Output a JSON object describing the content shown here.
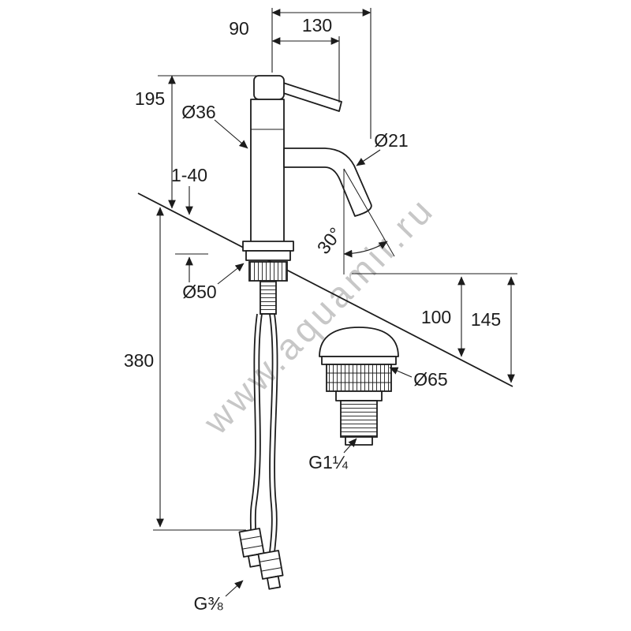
{
  "drawing": {
    "watermark": "www.aquamir.ru",
    "line_color": "#1c1c1c",
    "watermark_color": "#9a9a9a",
    "labels": {
      "dim_90": "90",
      "dim_130": "130",
      "dim_195": "195",
      "dia_body": "Ø36",
      "clamp_range": "1-40",
      "dia_spout": "Ø21",
      "angle_spout": "30°",
      "dia_base": "Ø50",
      "dim_100": "100",
      "dim_145": "145",
      "dim_380": "380",
      "dia_drain": "Ø65",
      "thread_drain": "G1¼",
      "thread_hose": "G⅜"
    }
  }
}
